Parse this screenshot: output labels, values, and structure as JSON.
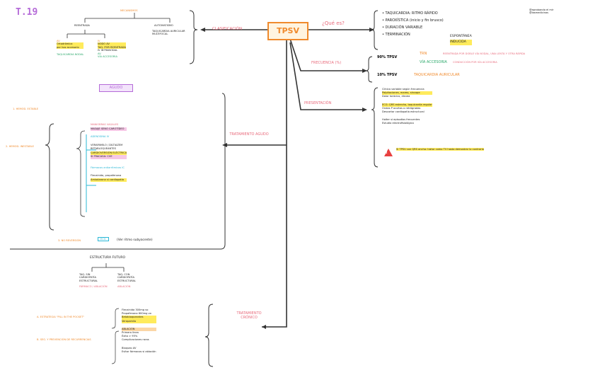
{
  "title": "T.19",
  "center": "TPSV",
  "note_top_right": [
    "@aprobando el mir",
    "@lasmedicinas"
  ],
  "left_top": {
    "branch": "CLASIFICACIÓN",
    "header": "MECANISMOS",
    "sub_left": "REENTRADA",
    "sub_right": "AUTOMATISMO",
    "col1": [
      "AV",
      "Ortodrómica",
      "por haz accesorio",
      "TAQUICARDIA NODAL"
    ],
    "col2": [
      "IV",
      "NODO AV",
      "TAQ. POR REENTRADA",
      "IV INTRANODAL",
      "AV",
      "VIA ACCESORIA"
    ],
    "col3": [
      "TAQUICARDIA AURICULAR",
      "MULTIFOCAL"
    ]
  },
  "right_top": {
    "branch": "¿Qué es?",
    "items": [
      "TAQUICARDIA: RITMO RÁPIDO",
      "PAROXÍSTICA (inicio y fin brusco)",
      "DURACIÓN VARIABLE",
      "TERMINACIÓN"
    ],
    "termination": [
      "ESPONTÁNEA",
      "INDUCIDA"
    ]
  },
  "frequency": {
    "branch": "FRECUENCIA (%)",
    "row1_pct": "90% TPSV",
    "row1_a": "TRN",
    "row1_a_text": "REENTRADA POR DOBLE VÍA NODAL, UNA LENTA Y OTRA RÁPIDA",
    "row1_b": "VÍA ACCESORIA",
    "row1_b_text": "CONDUCCIÓN POR VÍA ACCESORIA",
    "row2_pct": "10% TPSV",
    "row2_text": "TAQUICARDIA AURICULAR"
  },
  "presentation": {
    "branch": "PRESENTACIÓN",
    "lines": [
      "Clínica variable según frecuencia",
      "Palpitaciones, mareo, síncope",
      "Dolor torácico, disnea",
      "ECG: QRS estrecho, taquicardia regular",
      "Ondas P ocultas o retrógradas",
      "Descartar cardiopatía estructural",
      "Holter si episodios frecuentes",
      "Estudio electrofisiológico"
    ],
    "warning": "Si TPSV con QRS ancho: tratar como TV hasta demostrar lo contrario"
  },
  "acute": {
    "branch": "TRATAMIENTO AGUDO",
    "header": "AGUDO",
    "cols": [
      "1. HEMOD. ESTABLE",
      "2. HEMOD. INESTABLE"
    ],
    "lines": [
      "MANIOBRAS VAGALES",
      "MASAJE SENO CAROTÍDEO",
      "ADENOSINA IV",
      "VERAPAMILO / DILTIAZEM",
      "BETABLOQUEANTES",
      "CARDIOVERSIÓN ELÉCTRICA",
      "SI FRACASA: CVE",
      "Fármacos antiarrítmicos IC",
      "Flecainida, propafenona",
      "Amiodarona si cardiopatía"
    ],
    "bottom_label": "3. NO REVERSIÓN",
    "bottom_box": "ECG",
    "bottom_text": "(Ver ritmo subyacente)"
  },
  "structure": {
    "title": "ESTRUCTURA FUTURO",
    "a": [
      "TAQ. SIN",
      "CARDIOPATÍA",
      "ESTRUCTURAL"
    ],
    "b": [
      "TAQ. CON",
      "CARDIOPATÍA",
      "ESTRUCTURAL"
    ],
    "a_red": "FÁRMACO / ABLACIÓN",
    "b_red": "ABLACIÓN"
  },
  "chronic": {
    "branch": "TRATAMIENTO CRÓNICO",
    "item1": "A. ESTRATEGIA \"PILL IN THE POCKET\"",
    "item2": "B. SEG. Y PREVENCIÓN DE RECURRENCIAS",
    "lines": [
      "Flecainida 300mg vo",
      "Propafenona 600mg vo",
      "Betabloqueantes",
      "Verapamilo",
      "ABLACIÓN",
      "Primera línea",
      "Éxito > 95%",
      "Complicaciones raras",
      "Bloqueo AV",
      "Evitar fármacos si ablación"
    ]
  },
  "colors": {
    "pink": "#e86b7c",
    "orange": "#f08a2c",
    "yellow": "#ffeb5c",
    "green": "#2aa86a",
    "cyan": "#2bb8d6",
    "purple": "#b56bd8"
  }
}
